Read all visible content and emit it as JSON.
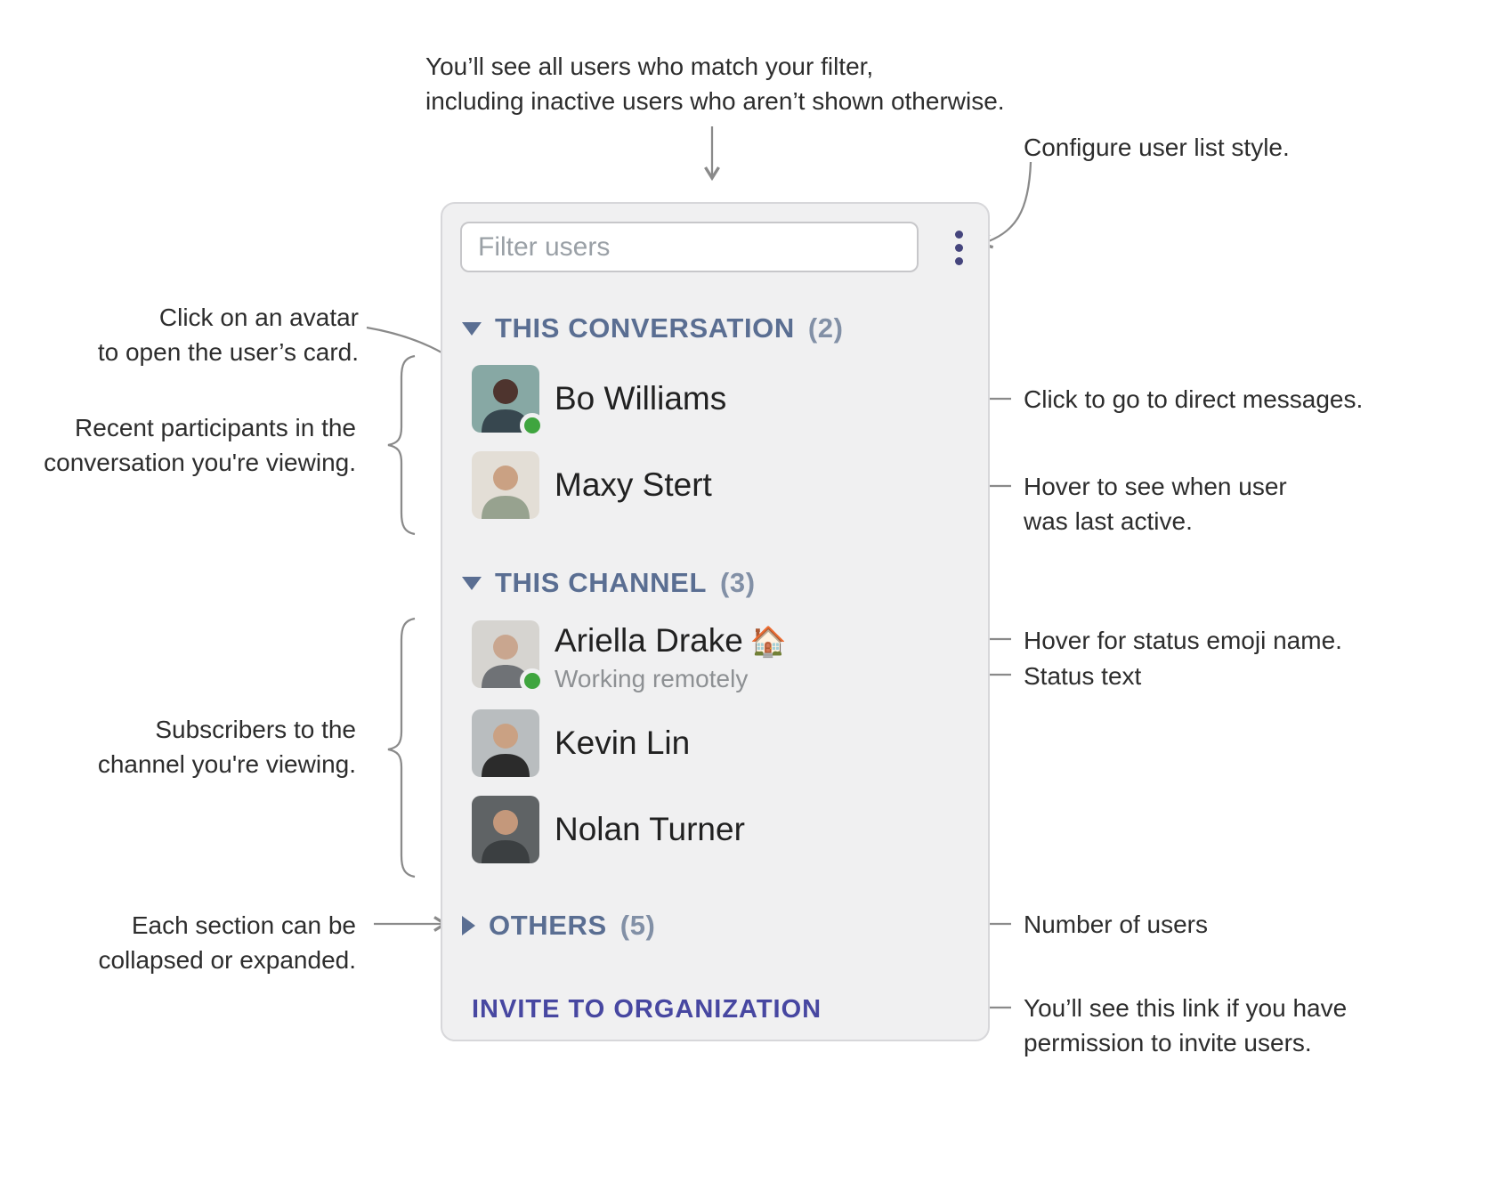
{
  "panel": {
    "filter": {
      "placeholder": "Filter users"
    },
    "menu_icon": "vertical-ellipsis-icon",
    "sections": [
      {
        "label": "THIS CONVERSATION",
        "count": "(2)",
        "collapsed": false,
        "users": [
          {
            "name": "Bo Williams",
            "online": true
          },
          {
            "name": "Maxy Stert",
            "online": false
          }
        ]
      },
      {
        "label": "THIS CHANNEL",
        "count": "(3)",
        "collapsed": false,
        "users": [
          {
            "name": "Ariella Drake",
            "status_emoji": "🏠",
            "status_text": "Working remotely",
            "online": true
          },
          {
            "name": "Kevin Lin",
            "online": false
          },
          {
            "name": "Nolan Turner",
            "online": false
          }
        ]
      },
      {
        "label": "OTHERS",
        "count": "(5)",
        "collapsed": true,
        "users": []
      }
    ],
    "invite_link": "INVITE TO ORGANIZATION"
  },
  "annotations": {
    "filter_note": "You’ll see all users who match your filter,\nincluding inactive users who aren’t shown otherwise.",
    "configure_note": "Configure user list style.",
    "avatar_note": "Click on an avatar\nto open the user’s card.",
    "participants_note": "Recent participants in the\nconversation you're viewing.",
    "dm_note": "Click to go to direct messages.",
    "last_active_note": "Hover to see when user\nwas last active.",
    "emoji_note": "Hover for status emoji name.",
    "status_note": "Status text",
    "subscribers_note": "Subscribers to the\nchannel you're viewing.",
    "collapse_note": "Each section can be\ncollapsed or expanded.",
    "count_note": "Number of users",
    "invite_note": "You’ll see this link if you have\npermission to invite users."
  },
  "colors": {
    "section_header": "#5a6e92",
    "section_count": "#8290a6",
    "invite_link": "#4747a1",
    "menu_dots": "#45457d",
    "presence_online": "#3fa53f",
    "status_text": "#8d9093",
    "annotation_text": "#2d2d2d",
    "annotation_line": "#8a8a8a",
    "panel_bg": "#f0f0f1"
  }
}
